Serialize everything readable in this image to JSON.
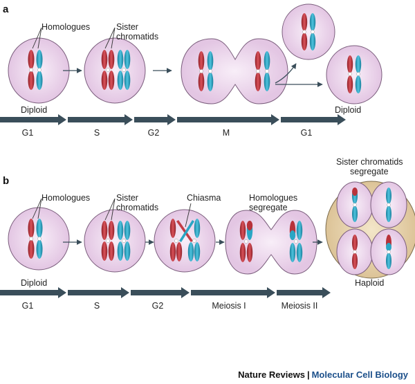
{
  "panels": {
    "a": {
      "letter": "a",
      "labels": {
        "homologues": "Homologues",
        "sister_line1": "Sister",
        "sister_line2": "chromatids",
        "diploid_start": "Diploid",
        "diploid_end": "Diploid"
      },
      "phases": [
        "G1",
        "S",
        "G2",
        "M",
        "G1"
      ]
    },
    "b": {
      "letter": "b",
      "labels": {
        "homologues": "Homologues",
        "sister_line1": "Sister",
        "sister_line2": "chromatids",
        "chiasma": "Chiasma",
        "hom_seg_line1": "Homologues",
        "hom_seg_line2": "segregate",
        "sis_seg_line1": "Sister chromatids",
        "sis_seg_line2": "segregate",
        "diploid": "Diploid",
        "haploid": "Haploid"
      },
      "phases": [
        "G1",
        "S",
        "G2",
        "Meiosis I",
        "Meiosis II"
      ]
    }
  },
  "credit": {
    "publisher": "Nature Reviews",
    "separator": "|",
    "journal": "Molecular Cell Biology"
  },
  "colors": {
    "cell_fill": "#ead3ea",
    "cell_stroke": "#7a5d7c",
    "haploid_fill": "#e6d2a8",
    "chromosome_red": "#b8323a",
    "chromosome_blue": "#2aa6c4",
    "arrow": "#3a4e5a"
  }
}
